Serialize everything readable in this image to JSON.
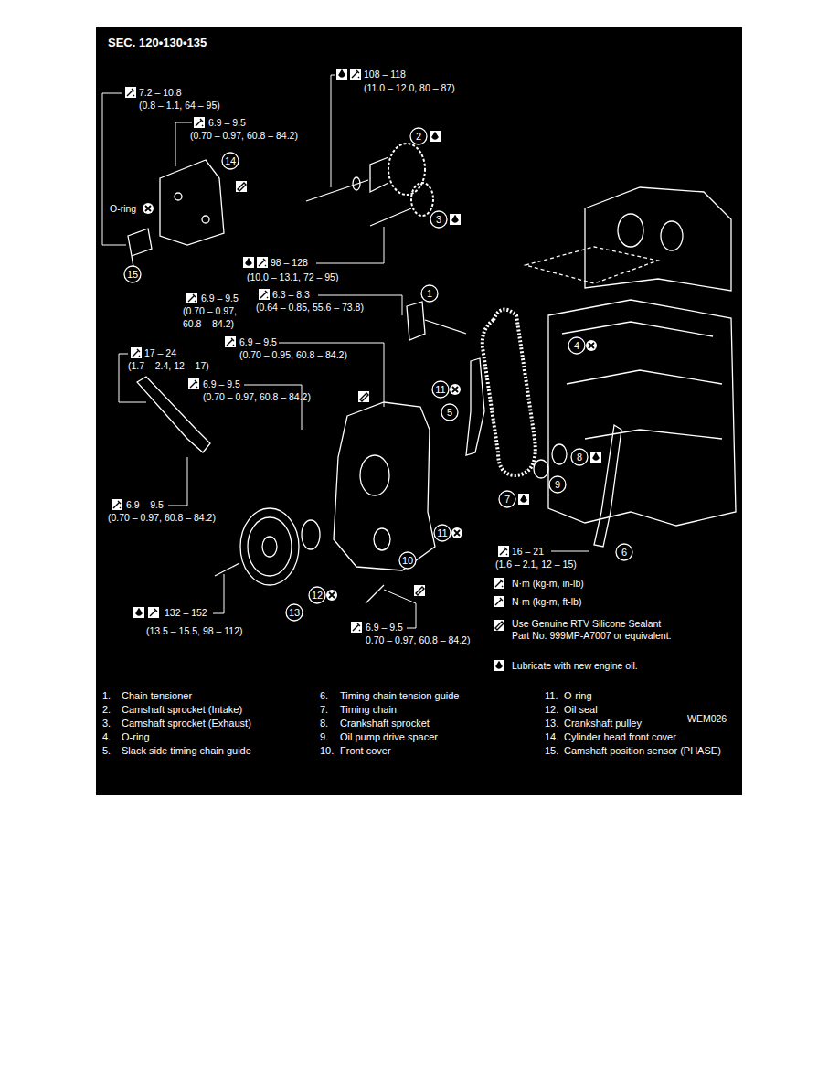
{
  "diagram": {
    "title": "SEC. 120•130•135",
    "labels": [
      "108 – 118",
      "(11.0 – 12.0, 80 – 87)",
      "7.2 – 10.8",
      "(0.8 – 1.1, 64 – 95)",
      "6.9 – 9.5",
      "(0.70 – 0.97, 60.8 – 84.2)",
      "O-ring",
      "98 – 128",
      "(10.0 – 13.1, 72 – 95)",
      "6.9 – 9.5",
      "(0.70 – 0.97,",
      "60.8 – 84.2)",
      "6.3 – 8.3",
      "(0.64 – 0.85, 55.6 – 73.8)",
      "6.9 – 9.5",
      "(0.70 – 0.95, 60.8 – 84.2)",
      "17 – 24",
      "(1.7 – 2.4, 12 – 17)",
      "6.9 – 9.5",
      "(0.70 – 0.97, 60.8 – 84.2)",
      "6.9 – 9.5",
      "(0.70 – 0.97, 60.8 – 84.2)",
      "6.9 – 9.5",
      "0.70 – 0.97, 60.8 – 84.2)",
      "16 – 21",
      "(1.6 – 2.1, 12 – 15)",
      "132 – 152",
      "(13.5 – 15.5, 98 – 112)",
      "WEM026",
      "1",
      "2",
      "3",
      "4",
      "5",
      "6",
      "7",
      "8",
      "9",
      "10",
      "11",
      "11",
      "12",
      "13",
      "14",
      "15",
      "1.",
      "Chain tensioner",
      "2.",
      "Camshaft sprocket (Intake)",
      "3.",
      "Camshaft sprocket (Exhaust)",
      "4.",
      "O-ring",
      "5.",
      "Slack side timing chain guide",
      "6.",
      "Timing chain tension guide",
      "7.",
      "Timing chain",
      "8.",
      "Crankshaft sprocket",
      "9.",
      "Oil pump drive spacer",
      "10.",
      "Front cover",
      "11.",
      "O-ring",
      "12.",
      "Oil seal",
      "13.",
      "Crankshaft pulley",
      "14.",
      "Cylinder head front cover",
      "15.",
      "Camshaft position sensor (PHASE)"
    ],
    "legend": [
      {
        "text": "N·m (kg-m, in-lb)"
      },
      {
        "text": "N·m (kg-m, ft-lb)"
      },
      {
        "text": "Use Genuine RTV Silicone Sealant Part No. 999MP-A7007 or equivalent."
      },
      {
        "text": "Lubricate with new engine oil."
      }
    ]
  }
}
